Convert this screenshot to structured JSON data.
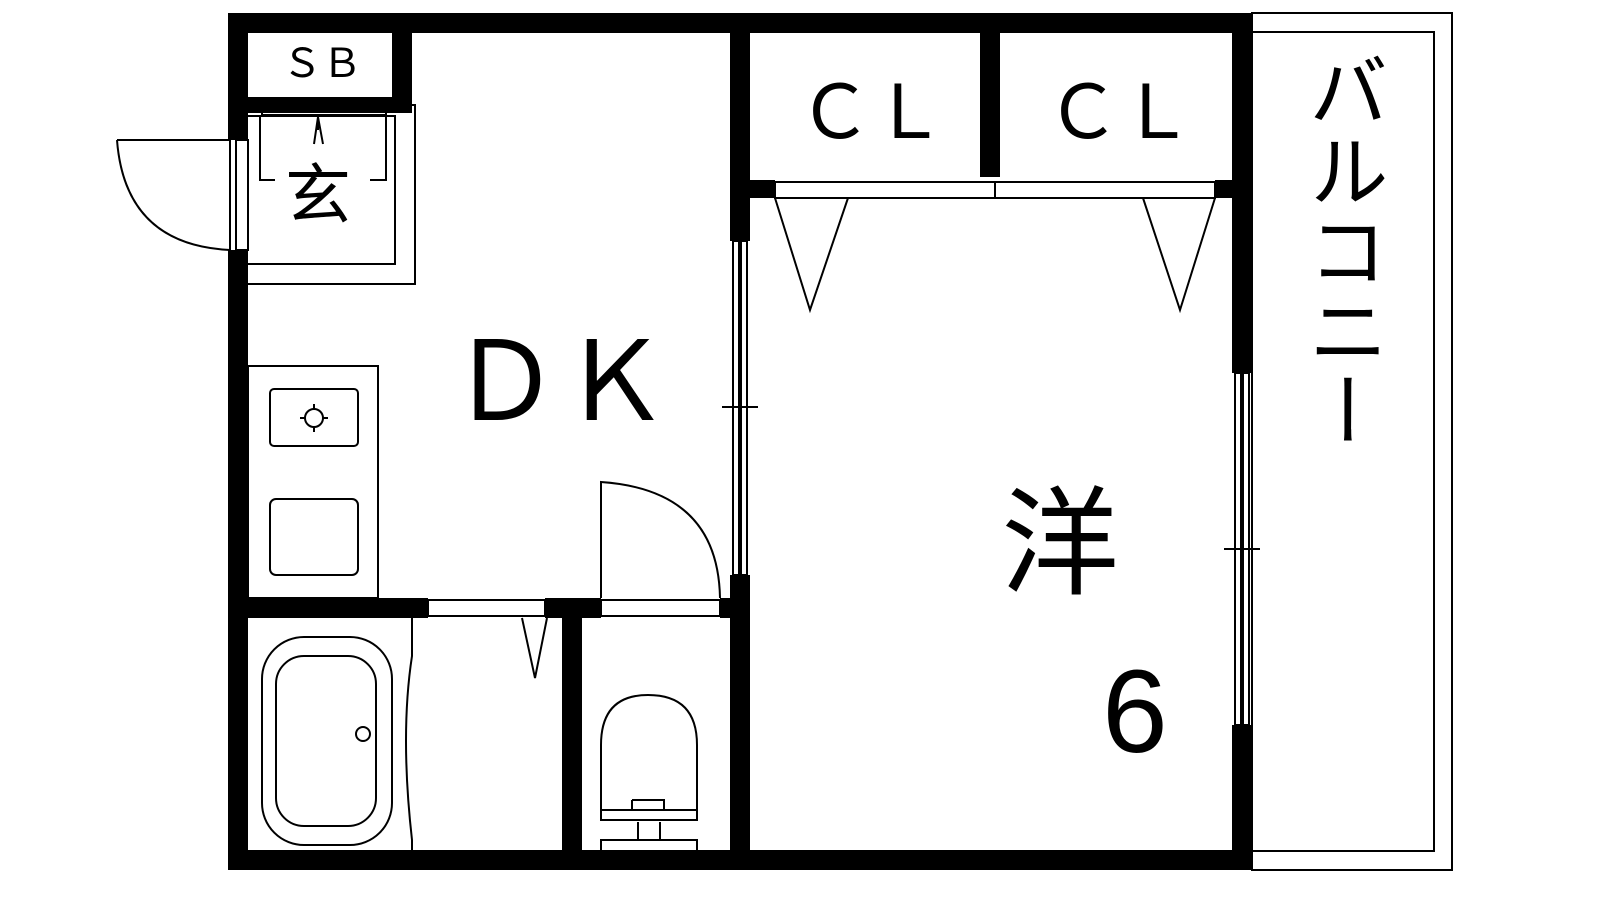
{
  "floor_plan": {
    "labels": {
      "shoe_box": "ＳＢ",
      "entrance": "玄",
      "dining_kitchen": "ＤＫ",
      "closet_1": "ＣＬ",
      "closet_2": "ＣＬ",
      "western_room": "洋",
      "western_room_size": "6",
      "balcony": "バルコニー"
    },
    "colors": {
      "wall": "#000000",
      "background": "#ffffff"
    }
  }
}
